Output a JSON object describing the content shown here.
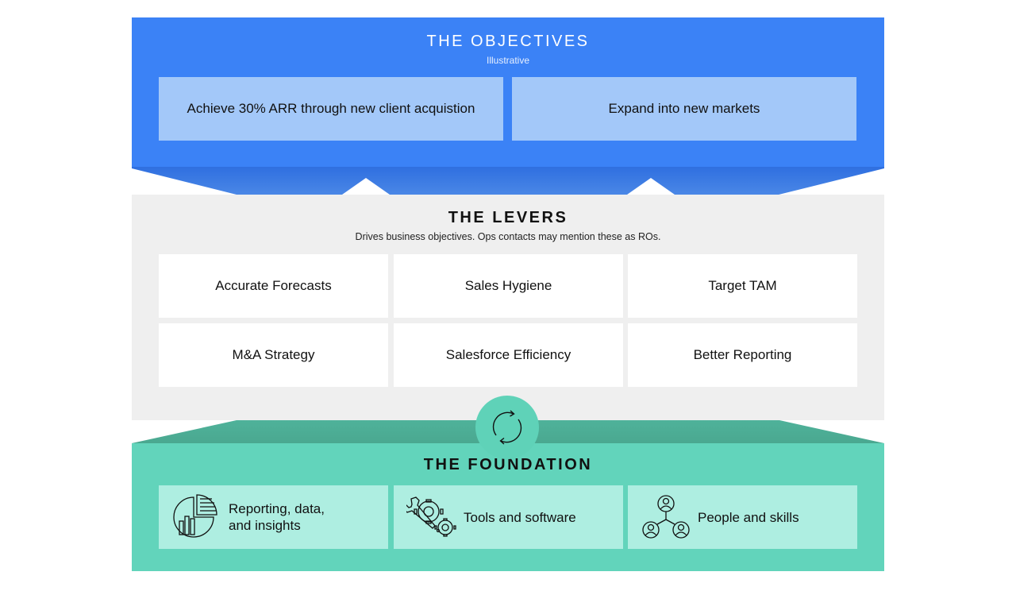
{
  "objectives": {
    "title": "THE OBJECTIVES",
    "subtitle": "Illustrative",
    "items": [
      "Achieve 30% ARR through new client acquistion",
      "Expand into new markets"
    ]
  },
  "levers": {
    "title": "THE LEVERS",
    "subtitle": "Drives business objectives. Ops contacts may mention these as ROs.",
    "items": [
      "Accurate Forecasts",
      "Sales Hygiene",
      "Target TAM",
      "M&A Strategy",
      "Salesforce Efficiency",
      "Better Reporting"
    ]
  },
  "foundation": {
    "title": "THE FOUNDATION",
    "items": [
      {
        "label_line1": "Reporting, data,",
        "label_line2": "and insights",
        "icon": "pie-chart-icon"
      },
      {
        "label_line1": "Tools and software",
        "icon": "gear-wrench-icon"
      },
      {
        "label_line1": "People and skills",
        "icon": "people-network-icon"
      }
    ]
  },
  "connector_icon": "cycle-arrows-icon",
  "colors": {
    "objectives_blue": "#3b82f6",
    "objectives_box": "#a3c8f9",
    "levers_bg": "#efefef",
    "foundation_teal": "#62d4bb",
    "foundation_box": "#aeeee1"
  }
}
